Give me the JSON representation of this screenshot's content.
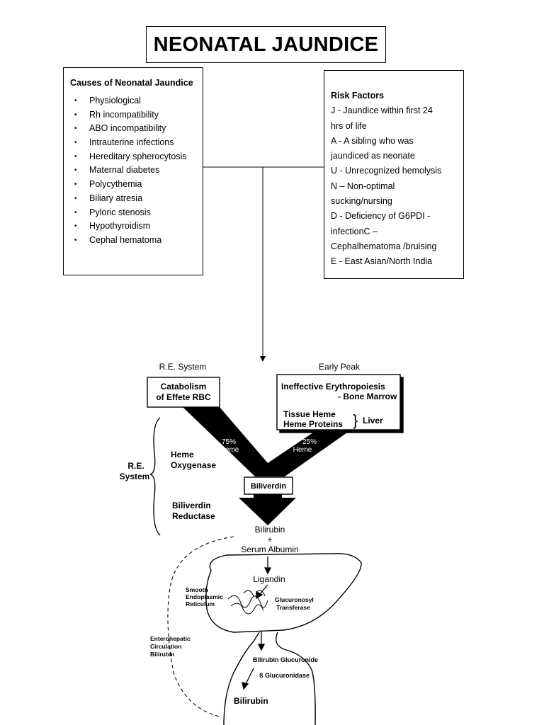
{
  "title": "NEONATAL JAUNDICE",
  "causes": {
    "heading": "Causes of Neonatal Jaundice",
    "items": [
      "Physiological",
      "Rh incompatibility",
      "ABO incompatibility",
      "Intrauterine infections",
      "Hereditary spherocytosis",
      "Maternal diabetes",
      "Polycythemia",
      "Biliary atresia",
      "Pyloric stenosis",
      "Hypothyroidism",
      "Cephal hematoma"
    ]
  },
  "risk": {
    "heading": "Risk Factors",
    "lines": [
      "J - Jaundice within first 24",
      "hrs of life",
      " A - A sibling who was",
      "jaundiced as neonate",
      "U - Unrecognized hemolysis",
      "N – Non-optimal",
      "sucking/nursing",
      "D - Deficiency of G6PDI -",
      "infectionC –",
      "Cephalhematoma /bruising",
      "E - East Asian/North India"
    ]
  },
  "diagram": {
    "re_system_top": "R.E. System",
    "early_peak": "Early Peak",
    "catabolism_1": "Catabolism",
    "catabolism_2": "of Effete RBC",
    "ineffective_1": "Ineffective Erythropoiesis",
    "ineffective_2": "- Bone Marrow",
    "tissue_heme": "Tissue Heme",
    "heme_proteins": "Heme Proteins",
    "liver": "Liver",
    "pct75_1": "75%",
    "pct75_2": "Heme",
    "pct25_1": "25%",
    "pct25_2": "Heme",
    "heme_oxygenase_1": "Heme",
    "heme_oxygenase_2": "Oxygenase",
    "re_system_side_1": "R.E.",
    "re_system_side_2": "System",
    "biliverdin": "Biliverdin",
    "biliverdin_reductase_1": "Biliverdin",
    "biliverdin_reductase_2": "Reductase",
    "bilirubin_1": "Bilirubin",
    "plus": "+",
    "serum_albumin": "Serum Albumin",
    "ligandin": "Ligandin",
    "ser_1": "Smooth",
    "ser_2": "Endoplasmic",
    "ser_3": "Reticulum",
    "gt_1": "Glucuronosyl",
    "gt_2": "Transferase",
    "entero_1": "Enterohepatic",
    "entero_2": "Circulation",
    "entero_3": "Bilirubin",
    "bili_gluc": "Bilirubin Glucuronide",
    "b_gluc": "ß Glucuronidase",
    "bilirubin_2": "Bilirubin"
  }
}
